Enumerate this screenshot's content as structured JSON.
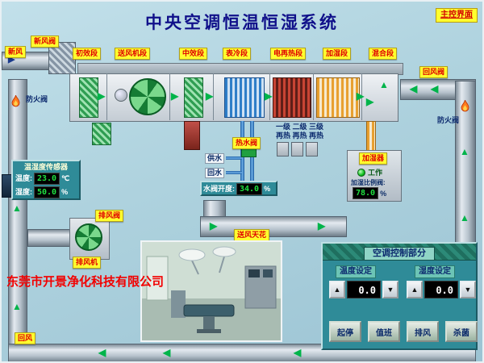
{
  "title": "中央空调恒温恒湿系统",
  "main_button": "主控界面",
  "company": "东莞市开景净化科技有限公司",
  "ahu_sections": [
    "初效段",
    "送风机段",
    "中效段",
    "表冷段",
    "电再热段",
    "加湿段",
    "混合段"
  ],
  "labels": {
    "fresh_air_valve": "新风阀",
    "fresh_air": "新风",
    "fire_valve": "防火阀",
    "return_air_valve": "回风阀",
    "exhaust_valve": "排风阀",
    "exhaust_fan": "排风机",
    "supply_ceiling": "送风天花",
    "return_air": "回风",
    "hot_water_valve": "热水阀",
    "supply_water": "供水",
    "return_water": "回水",
    "reheat_stages": "一级 二级 三级",
    "reheat_label": "再热 再热 再热"
  },
  "sensor_panel": {
    "title": "温湿度传感器",
    "temp_label": "温度:",
    "temp_value": "23.0",
    "temp_unit": "℃",
    "hum_label": "湿度:",
    "hum_value": "50.0",
    "hum_unit": "%"
  },
  "water_valve": {
    "label": "水阀开度:",
    "value": "34.0",
    "unit": "%"
  },
  "humidifier": {
    "title": "加湿器",
    "status": "工作",
    "valve_label": "加湿比例阀:",
    "valve_value": "78.0",
    "valve_unit": "%"
  },
  "control_panel": {
    "title": "空调控制部分",
    "temp_set_label": "温度设定",
    "hum_set_label": "湿度设定",
    "temp_set_value": "0.0",
    "hum_set_value": "0.0",
    "buttons": [
      "起停",
      "值班",
      "排风",
      "杀菌"
    ]
  },
  "icons": {
    "arrow_up": "▲",
    "arrow_down": "▼",
    "arrow_left": "◀",
    "arrow_right": "▶"
  }
}
